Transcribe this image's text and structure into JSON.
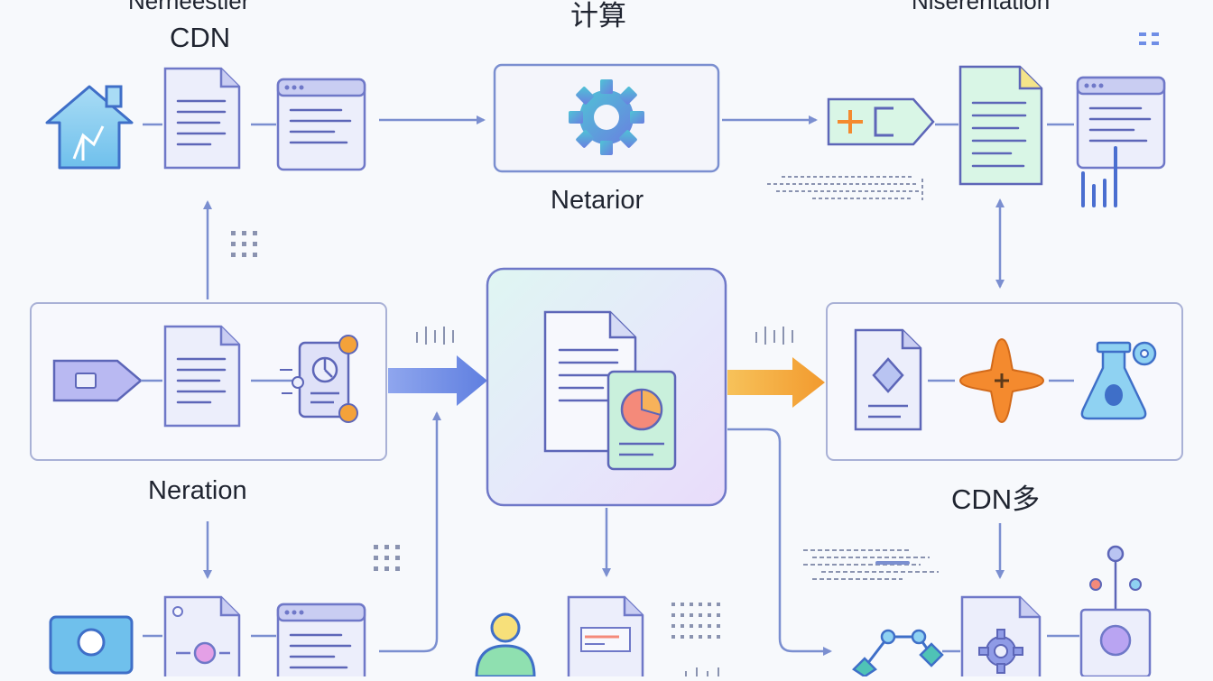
{
  "labels": {
    "top_left_partial": "Nerneestier",
    "top_left": "CDN",
    "top_center": "计算",
    "top_right_partial": "Niserentation",
    "mid_center": "Netarior",
    "mid_left": "Neration",
    "mid_right": "CDN多"
  },
  "icons": [
    "house-icon",
    "document-icon",
    "browser-window-icon",
    "gear-icon",
    "plus-tag-icon",
    "green-document-icon",
    "bar-chart-icon",
    "grid-dots-icon",
    "tag-icon",
    "document-icon",
    "chip-node-icon",
    "documents-stack-icon",
    "pie-chart-card-icon",
    "diamond-document-icon",
    "orange-plus-star-icon",
    "flask-gear-icon",
    "monitor-user-icon",
    "avatar-document-icon",
    "browser-window-icon",
    "person-icon",
    "chart-document-icon",
    "network-nodes-icon",
    "gear-document-icon",
    "user-card-icon"
  ],
  "colors": {
    "ink": "#1f2430",
    "line": "#7b8fd0",
    "arrow_blue": "#6f8ee6",
    "arrow_orange": "#f2a83a",
    "card_fill": "#eceefb",
    "card_stroke": "#6f78c8",
    "green_fill": "#d9f6e6",
    "teal": "#5bb6d6",
    "orange": "#f48a2e"
  }
}
